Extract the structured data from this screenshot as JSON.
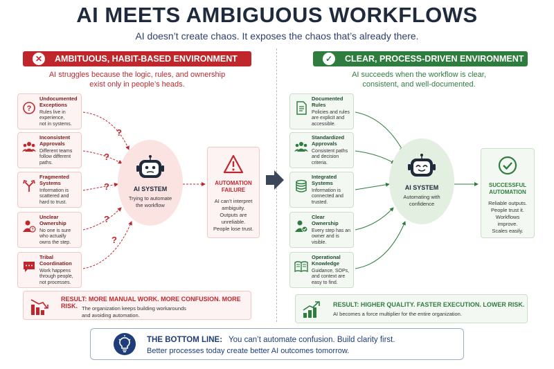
{
  "title": "AI MEETS AMBIGUOUS WORKFLOWS",
  "subtitle": "AI doesn’t create chaos. It exposes the chaos that’s already there.",
  "left": {
    "banner": "AMBITUOUS, HABIT-BASED ENVIRONMENT",
    "description_line1": "AI struggles because the logic, rules, and ownership",
    "description_line2": "exist only in people’s heads.",
    "cards": [
      {
        "title_line1": "Undocumented",
        "title_line2": "Exceptions",
        "desc": [
          "Rules live in",
          "experience,",
          "not in systems."
        ],
        "icon": "question-icon"
      },
      {
        "title_line1": "Inconsistent",
        "title_line2": "Approvals",
        "desc": [
          "Different teams",
          "follow different",
          "paths."
        ],
        "icon": "people-group-icon"
      },
      {
        "title_line1": "Fragmented",
        "title_line2": "Systems",
        "desc": [
          "Information is",
          "scattered and",
          "hard to trust."
        ],
        "icon": "split-arrow-icon"
      },
      {
        "title_line1": "Unclear",
        "title_line2": "Ownership",
        "desc": [
          "No one is sure",
          "who actually",
          "owns the step."
        ],
        "icon": "person-question-icon"
      },
      {
        "title_line1": "Tribal",
        "title_line2": "Coordination",
        "desc": [
          "Work happens",
          "through people,",
          "not processes."
        ],
        "icon": "chat-icon"
      }
    ],
    "question_mark": "?",
    "ai_name": "AI SYSTEM",
    "ai_sub_line1": "Trying to automate",
    "ai_sub_line2": "the workflow",
    "outcome_title_line1": "AUTOMATION",
    "outcome_title_line2": "FAILURE",
    "outcome_text": [
      "AI can’t interpret",
      "ambiguity.",
      "Outputs are",
      "unreliable.",
      "People lose trust."
    ],
    "result_title": "RESULT: MORE MANUAL WORK. MORE CONFUSION. MORE RISK.",
    "result_line1": "The organization keeps building workarounds",
    "result_line2": "and avoiding automation."
  },
  "right": {
    "banner": "CLEAR, PROCESS-DRIVEN ENVIRONMENT",
    "description_line1": "AI succeeds when the workflow is clear,",
    "description_line2": "consistent, and well-documented.",
    "cards": [
      {
        "title_line1": "Documented",
        "title_line2": "Rules",
        "desc": [
          "Policies and rules",
          "are explicit and",
          "accessible."
        ],
        "icon": "document-icon"
      },
      {
        "title_line1": "Standardized",
        "title_line2": "Approvals",
        "desc": [
          "Consistent paths",
          "and decision",
          "criteria."
        ],
        "icon": "people-group-icon"
      },
      {
        "title_line1": "Integrated",
        "title_line2": "Systems",
        "desc": [
          "Information is",
          "connected and",
          "trusted."
        ],
        "icon": "database-icon"
      },
      {
        "title_line1": "Clear",
        "title_line2": "Ownership",
        "desc": [
          "Every step has an",
          "owner and is",
          "visible."
        ],
        "icon": "person-check-icon"
      },
      {
        "title_line1": "Operational",
        "title_line2": "Knowledge",
        "desc": [
          "Guidance, SOPs,",
          "and context are",
          "easy to find."
        ],
        "icon": "book-icon"
      }
    ],
    "ai_name": "AI SYSTEM",
    "ai_sub_line1": "Automating with",
    "ai_sub_line2": "confidence",
    "outcome_title_line1": "SUCCESSFUL",
    "outcome_title_line2": "AUTOMATION",
    "outcome_text": [
      "Reliable outputs.",
      "People trust it.",
      "Workflows",
      "improve.",
      "Scales easily."
    ],
    "result_title": "RESULT: HIGHER QUALITY. FASTER EXECUTION. LOWER RISK.",
    "result_line1": "AI becomes a force multiplier for the entire organization."
  },
  "bottom": {
    "heading": "THE BOTTOM LINE:",
    "text1": "You can’t automate confusion. Build clarity first.",
    "text2": "Better processes today create better AI outcomes tomorrow."
  },
  "colors": {
    "red": "#c0272d",
    "green": "#2e7d3f",
    "navy": "#1f3d7a"
  }
}
